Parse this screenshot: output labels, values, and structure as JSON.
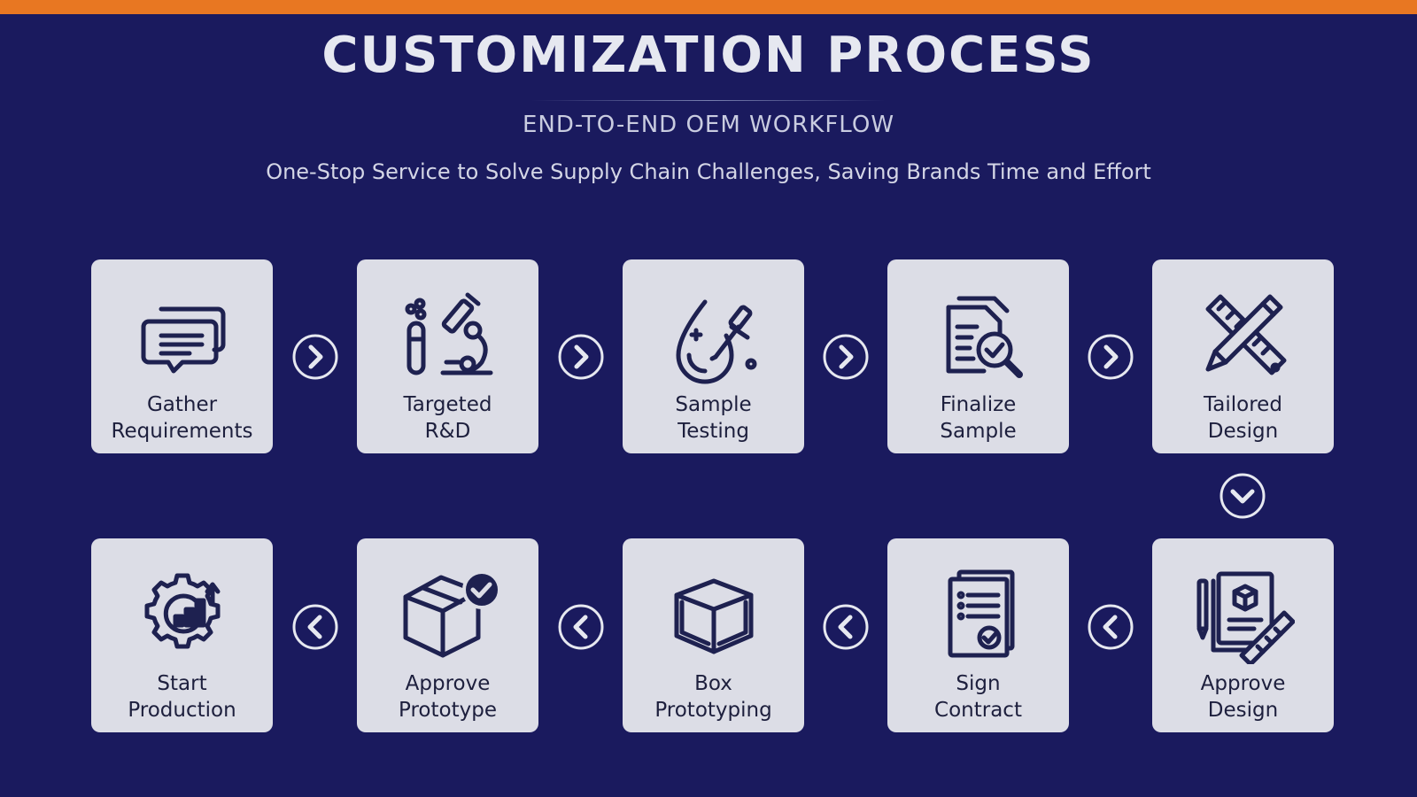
{
  "title": "CUSTOMIZATION PROCESS",
  "subtitle": "END-TO-END OEM WORKFLOW",
  "tagline": "One-Stop Service to Solve Supply Chain Challenges, Saving Brands Time and Effort",
  "colors": {
    "background": "#1a1a5e",
    "accent_bar": "#e87722",
    "card": "#dcdde6",
    "icon": "#1e2150",
    "text_light": "#e6e8f0"
  },
  "steps": [
    {
      "line1": "Gather",
      "line2": "Requirements",
      "icon": "chat-bubbles-icon"
    },
    {
      "line1": "Targeted",
      "line2": "R&D",
      "icon": "microscope-test-tube-icon"
    },
    {
      "line1": "Sample",
      "line2": "Testing",
      "icon": "dropper-drop-icon"
    },
    {
      "line1": "Finalize",
      "line2": "Sample",
      "icon": "document-magnifier-check-icon"
    },
    {
      "line1": "Tailored",
      "line2": "Design",
      "icon": "ruler-pencil-icon"
    },
    {
      "line1": "Approve",
      "line2": "Design",
      "icon": "blueprint-ruler-icon"
    },
    {
      "line1": "Sign",
      "line2": "Contract",
      "icon": "contract-check-icon"
    },
    {
      "line1": "Box",
      "line2": "Prototyping",
      "icon": "box-icon"
    },
    {
      "line1": "Approve",
      "line2": "Prototype",
      "icon": "box-check-icon"
    },
    {
      "line1": "Start",
      "line2": "Production",
      "icon": "gear-chart-icon"
    }
  ],
  "arrows": {
    "right": "chevron-right-circle-icon",
    "down": "chevron-down-circle-icon",
    "left": "chevron-left-circle-icon"
  }
}
